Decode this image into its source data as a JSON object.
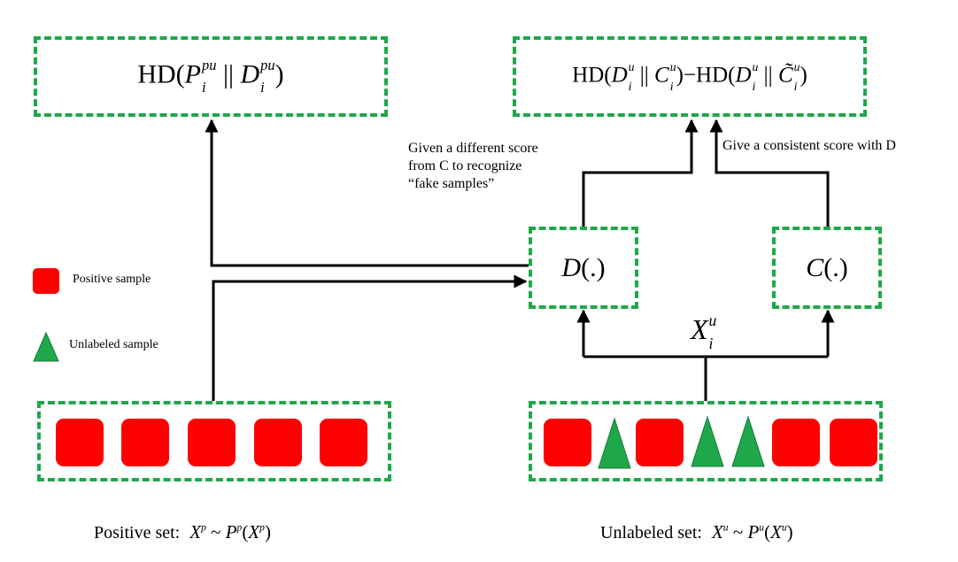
{
  "boxes": {
    "top_left": {
      "fn": "HD",
      "arg1": "P",
      "arg1_sup": "pu",
      "arg1_sub": "i",
      "sep": "||",
      "arg2": "D",
      "arg2_sup": "pu",
      "arg2_sub": "i"
    },
    "top_right": {
      "fn1": "HD",
      "a": "D",
      "a_sup": "u",
      "a_sub": "i",
      "sep": "||",
      "b": "C",
      "b_sup": "u",
      "b_sub": "i",
      "minus": "−",
      "fn2": "HD",
      "c": "D",
      "c_sup": "u",
      "c_sub": "i",
      "d": "C̃",
      "d_sup": "u",
      "d_sub": "i"
    },
    "d_box": {
      "label": "D",
      "arg": "(.)"
    },
    "c_box": {
      "label": "C",
      "arg": "(.)"
    }
  },
  "annotations": {
    "d_note": [
      "Given a different score",
      "from C to recognize",
      "“fake samples”"
    ],
    "c_note": "Give a consistent score with D",
    "x_label": {
      "sym": "X",
      "sup": "u",
      "sub": "i"
    }
  },
  "legend": {
    "positive": "Positive sample",
    "unlabeled": "Unlabeled sample"
  },
  "sets": {
    "positive": {
      "label": "Positive set:",
      "items": [
        "square",
        "square",
        "square",
        "square",
        "square"
      ],
      "formula": {
        "x": "X",
        "x_sup": "p",
        "tilde": "~",
        "p": "P",
        "p_sup": "p",
        "arg": "X",
        "arg_sup": "p"
      }
    },
    "unlabeled": {
      "label": "Unlabeled set:",
      "items": [
        "square",
        "triangle",
        "square",
        "triangle",
        "triangle",
        "square",
        "square"
      ],
      "formula": {
        "x": "X",
        "x_sup": "u",
        "tilde": "~",
        "p": "P",
        "p_sup": "u",
        "arg": "X",
        "arg_sup": "u"
      }
    }
  },
  "colors": {
    "positive": "#ff0000",
    "unlabeled": "#1fa84a",
    "dash": "#1fa84a",
    "arrow": "#000000"
  }
}
